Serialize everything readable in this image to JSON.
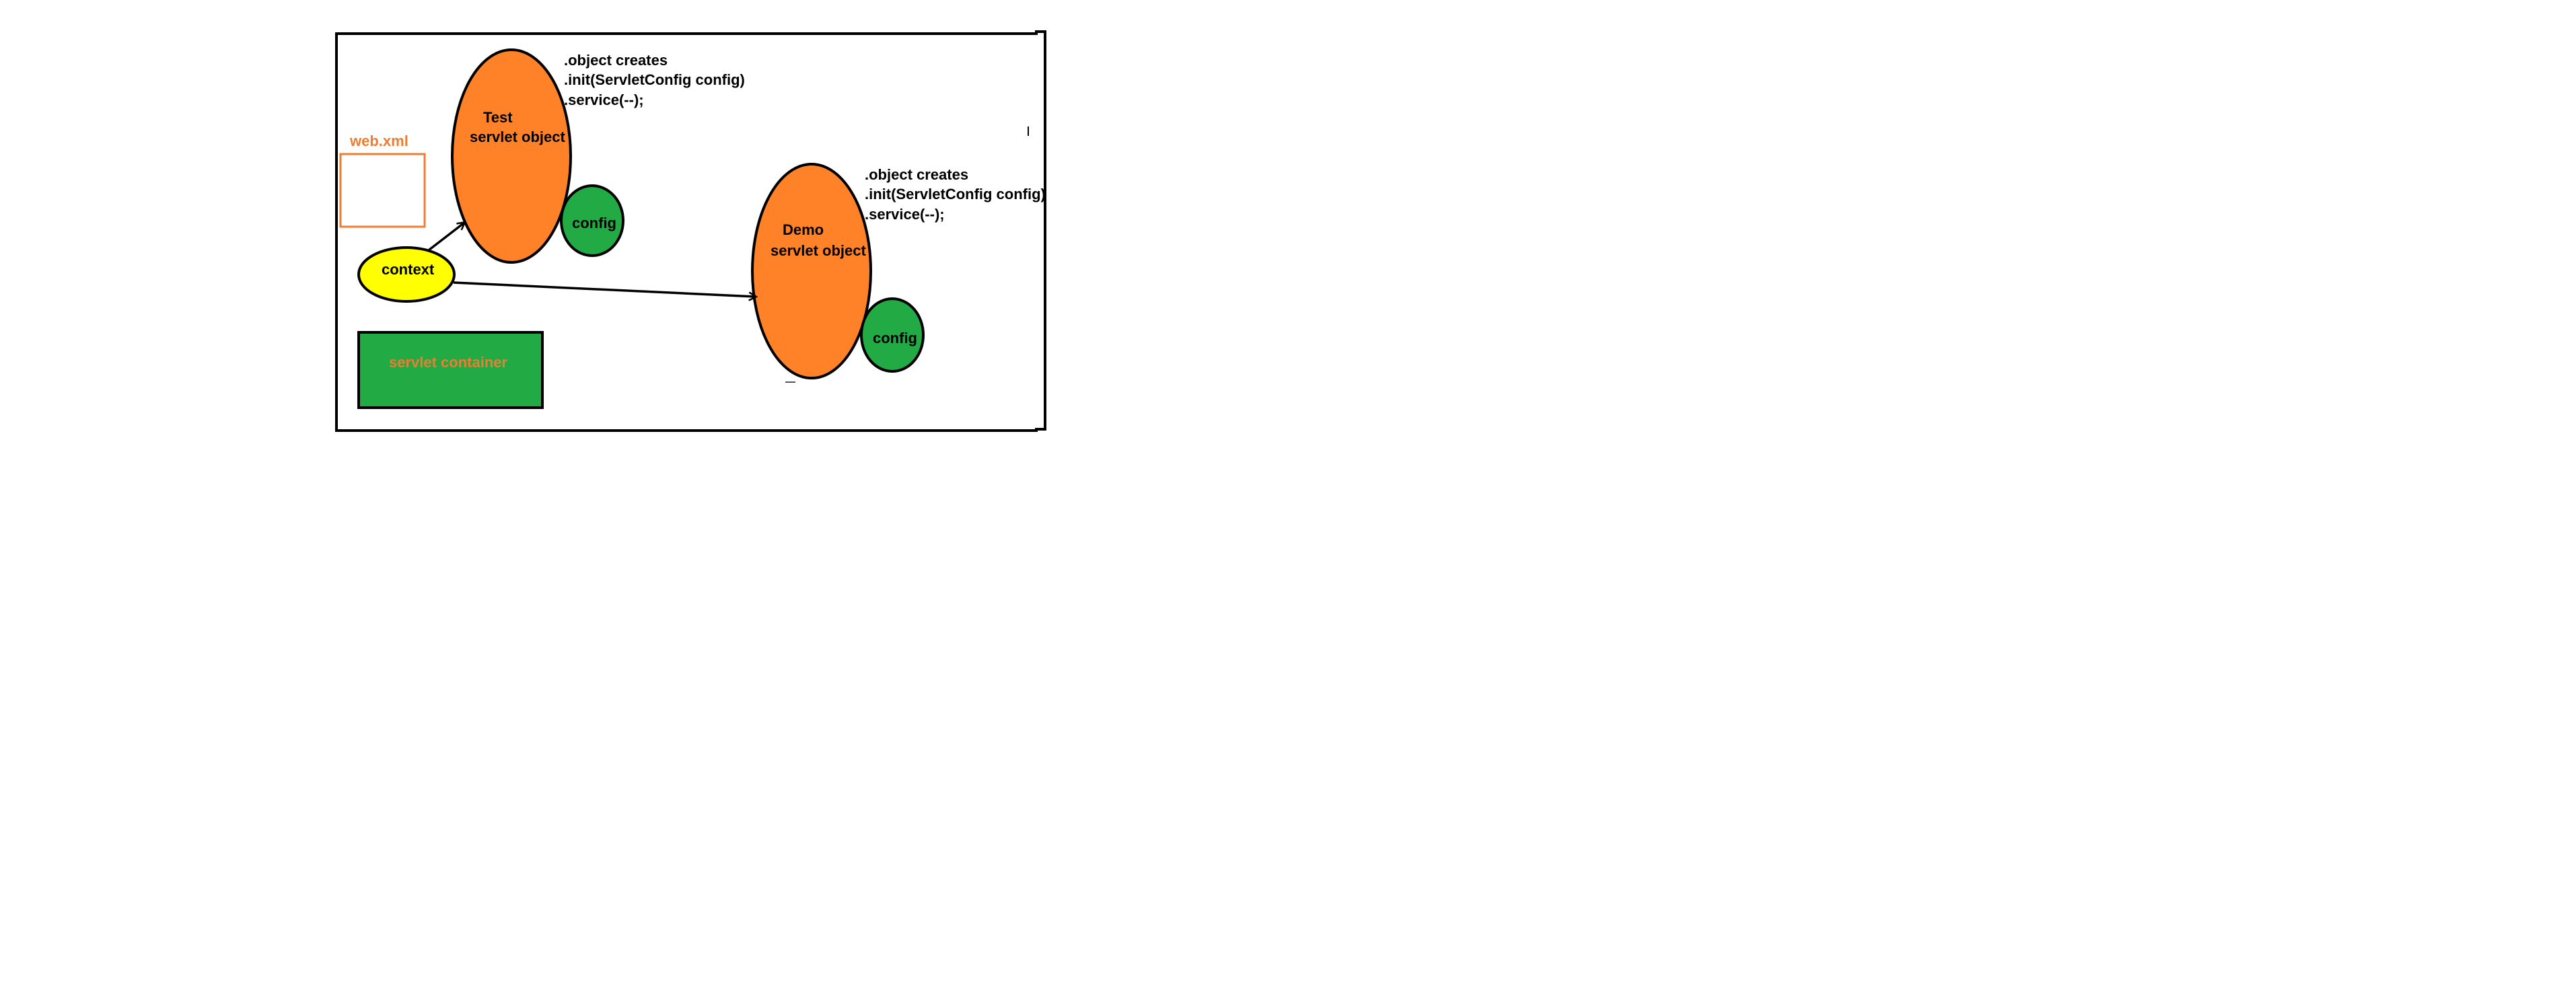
{
  "colors": {
    "servlet_fill": "#FF8228",
    "config_fill": "#22AA44",
    "context_fill": "#FFFF00",
    "container_fill": "#22AA44",
    "webxml_border": "#ED7D31",
    "accent_text": "#ED7D31",
    "outline": "#000000"
  },
  "webxml": {
    "label": "web.xml"
  },
  "context": {
    "label": "context"
  },
  "container": {
    "label": "servlet container"
  },
  "servlets": [
    {
      "name": "Test",
      "subtitle": "servlet object",
      "config_label": "config",
      "notes": [
        ".object creates",
        ".init(ServletConfig config)",
        ".service(--);"
      ]
    },
    {
      "name": "Demo",
      "subtitle": "servlet object",
      "config_label": "config",
      "notes": [
        ".object creates",
        ".init(ServletConfig config)",
        ".service(--);"
      ]
    }
  ]
}
